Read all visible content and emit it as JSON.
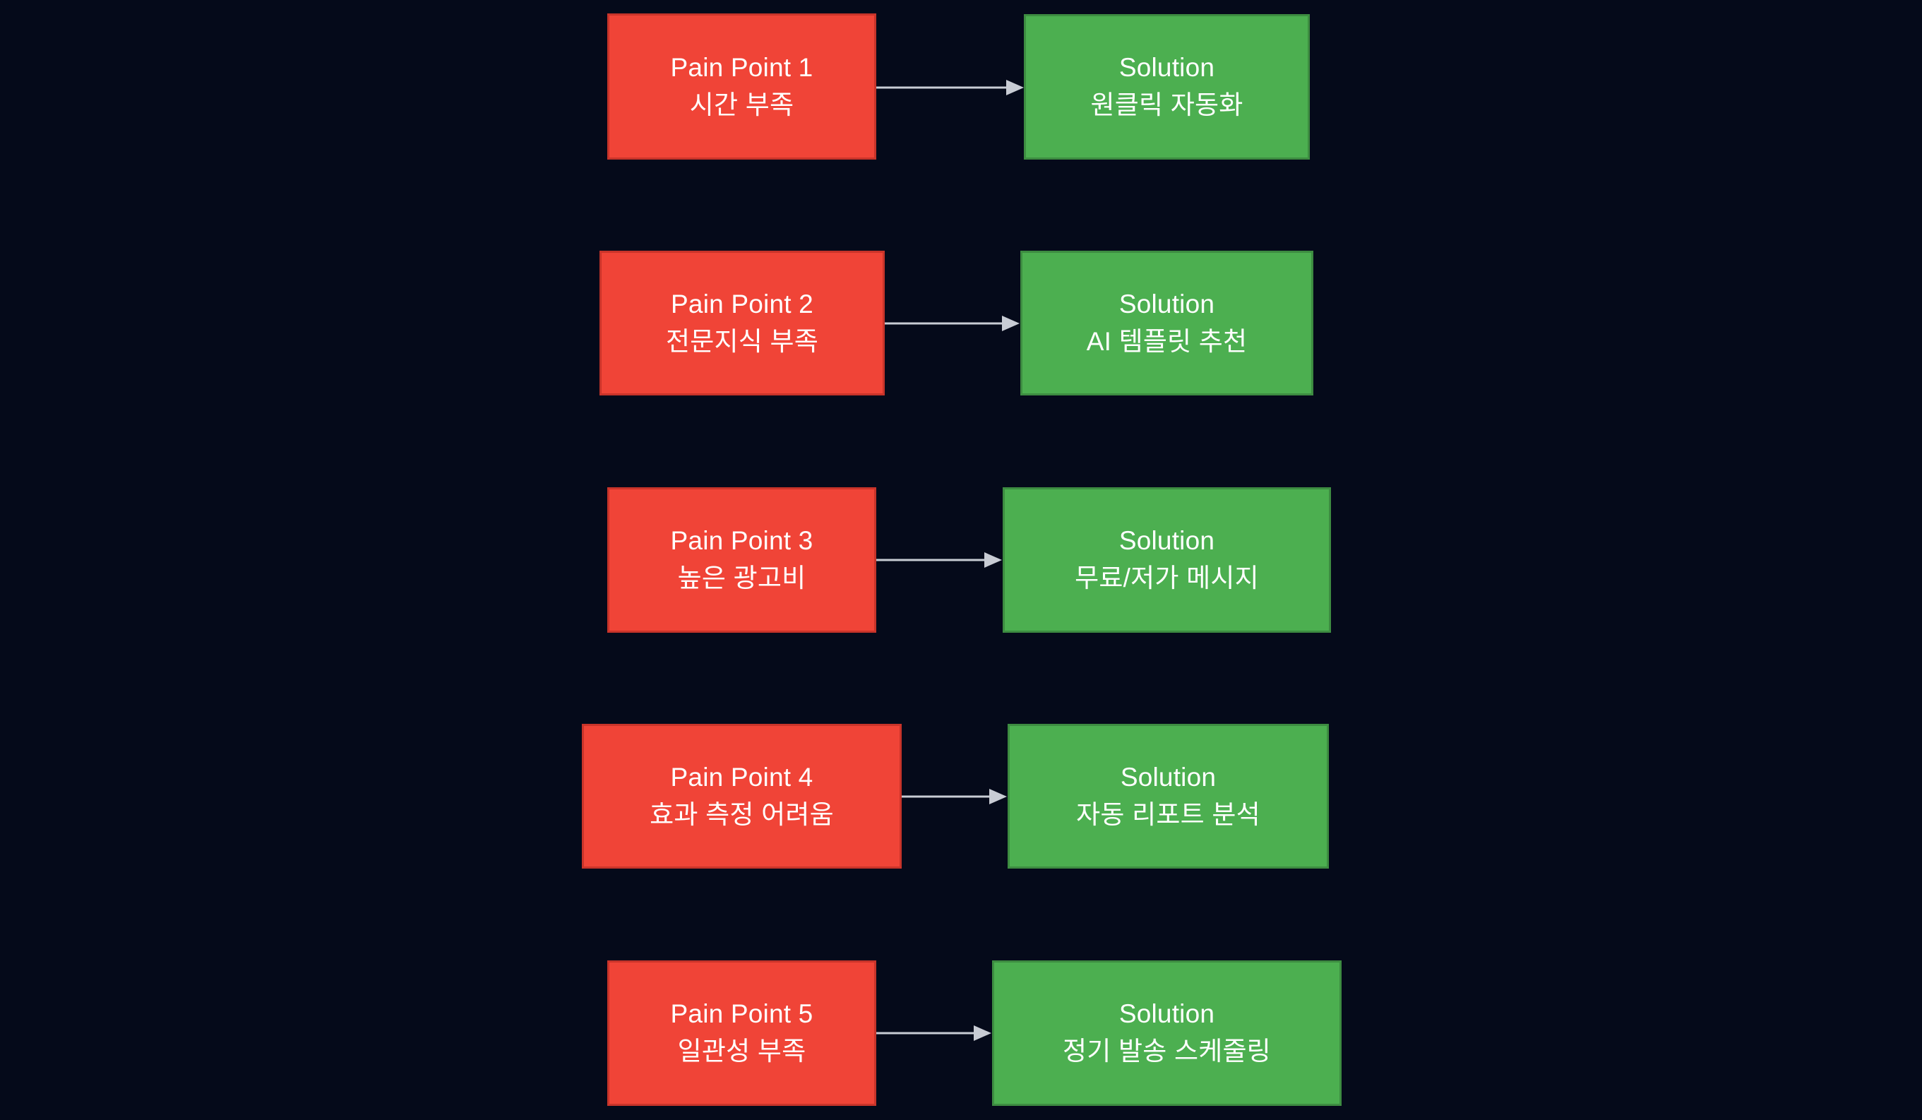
{
  "diagram": {
    "type": "flowchart",
    "direction": "left-to-right",
    "background_color": "#050a1a",
    "pain_color": "#f04437",
    "pain_border_color": "#c9342a",
    "solution_color": "#4caf50",
    "solution_border_color": "#3d8c41",
    "arrow_color": "#c8ccd4",
    "text_color": "#ffffff",
    "rows": [
      {
        "pain": {
          "title": "Pain Point 1",
          "detail": "시간 부족"
        },
        "solution": {
          "title": "Solution",
          "detail": "원클릭 자동화"
        },
        "arrow_label": ""
      },
      {
        "pain": {
          "title": "Pain Point 2",
          "detail": "전문지식 부족"
        },
        "solution": {
          "title": "Solution",
          "detail": "AI 템플릿 추천"
        },
        "arrow_label": ""
      },
      {
        "pain": {
          "title": "Pain Point 3",
          "detail": "높은 광고비"
        },
        "solution": {
          "title": "Solution",
          "detail": "무료/저가 메시지"
        },
        "arrow_label": ""
      },
      {
        "pain": {
          "title": "Pain Point 4",
          "detail": "효과 측정 어려움"
        },
        "solution": {
          "title": "Solution",
          "detail": "자동 리포트 분석"
        },
        "arrow_label": ""
      },
      {
        "pain": {
          "title": "Pain Point 5",
          "detail": "일관성 부족"
        },
        "solution": {
          "title": "Solution",
          "detail": "정기 발송 스케줄링"
        },
        "arrow_label": ""
      }
    ]
  }
}
